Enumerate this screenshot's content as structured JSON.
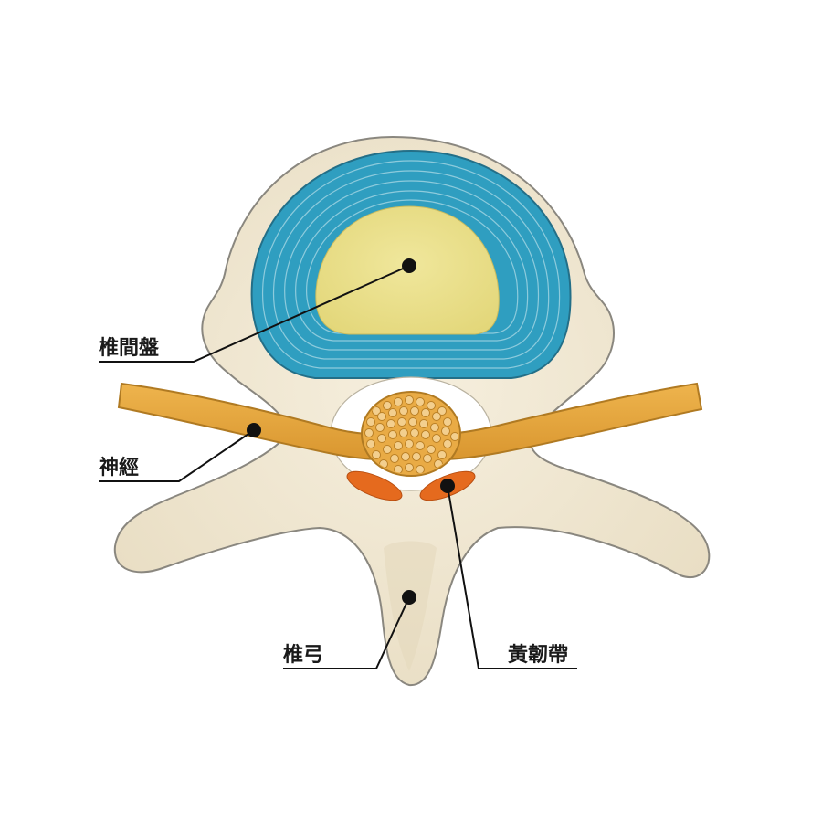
{
  "labels": {
    "disc": "椎間盤",
    "nerve": "神經",
    "lamina": "椎弓",
    "ligament": "黃韌帶"
  },
  "colors": {
    "bone_fill": "#efe6d2",
    "bone_outline": "#8a877f",
    "annulus": "#2f9ec0",
    "annulus_rings": "#9ed3e2",
    "nucleus": "#ebe08a",
    "nerve": "#e3a63f",
    "nerve_outline": "#b07a22",
    "ligament": "#e56a1e",
    "canal": "#ffffff",
    "text": "#1a1a1a"
  }
}
